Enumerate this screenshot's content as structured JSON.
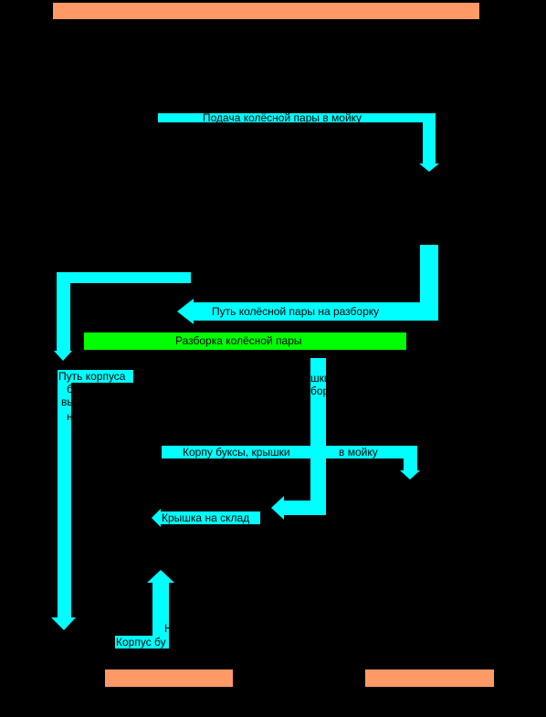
{
  "colors": {
    "background": "#000000",
    "arrow": "#00FFFF",
    "box_top": "#FF9966",
    "box_green": "#00FF00",
    "box_bottom": "#FF9966",
    "text": "#000000"
  },
  "labels": {
    "feed_to_wash": "Подача колёсной пары в мойку",
    "path_to_disassembly": "Путь колёсной пары на разборку",
    "disassembly": "Разборка колёсной пары",
    "axlebox_path_line1": "Путь корпуса",
    "axlebox_path_line2": "б",
    "axlebox_path_line3": "вь",
    "axlebox_path_line4": "н",
    "cover_fragment_line1": "шки",
    "cover_fragment_line2": "борк",
    "housing_cover_left": "Корпу буксы, крышки",
    "housing_cover_right": "в мойку",
    "cover_to_storage": "Крышка на склад",
    "housing_fragment_line1": "Н",
    "housing_fragment_line2": "Корпус бу"
  }
}
